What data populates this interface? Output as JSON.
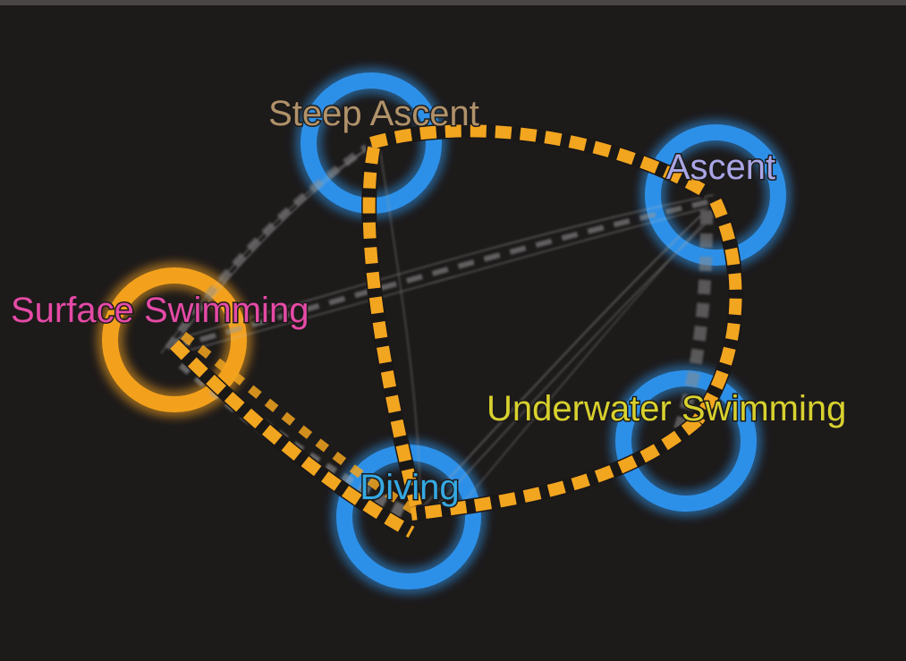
{
  "colors": {
    "background": "#1d1a1a",
    "node_ring_default": "#2f8fe0",
    "node_ring_selected": "#f0a020",
    "edge_highlight": "#f2a51f",
    "edge_faint": "#9a9a9a"
  },
  "nodes": [
    {
      "id": "steep-ascent",
      "label": "Steep Ascent",
      "label_color": "#b0926a",
      "ring": "blue"
    },
    {
      "id": "ascent",
      "label": "Ascent",
      "label_color": "#a9a6e6",
      "ring": "blue"
    },
    {
      "id": "surface-swimming",
      "label": "Surface Swimming",
      "label_color": "#e54aa6",
      "ring": "orange"
    },
    {
      "id": "underwater-swimming",
      "label": "Underwater Swimming",
      "label_color": "#d8d12e",
      "ring": "blue"
    },
    {
      "id": "diving",
      "label": "Diving",
      "label_color": "#35a9e3",
      "ring": "blue"
    }
  ],
  "highlighted_edges": [
    {
      "from": "steep-ascent",
      "to": "ascent"
    },
    {
      "from": "steep-ascent",
      "to": "diving"
    },
    {
      "from": "ascent",
      "to": "underwater-swimming"
    },
    {
      "from": "underwater-swimming",
      "to": "diving"
    },
    {
      "from": "surface-swimming",
      "to": "diving"
    }
  ],
  "faint_edges": [
    {
      "from": "surface-swimming",
      "to": "steep-ascent"
    },
    {
      "from": "surface-swimming",
      "to": "ascent"
    },
    {
      "from": "diving",
      "to": "ascent"
    },
    {
      "from": "steep-ascent",
      "to": "diving"
    }
  ]
}
